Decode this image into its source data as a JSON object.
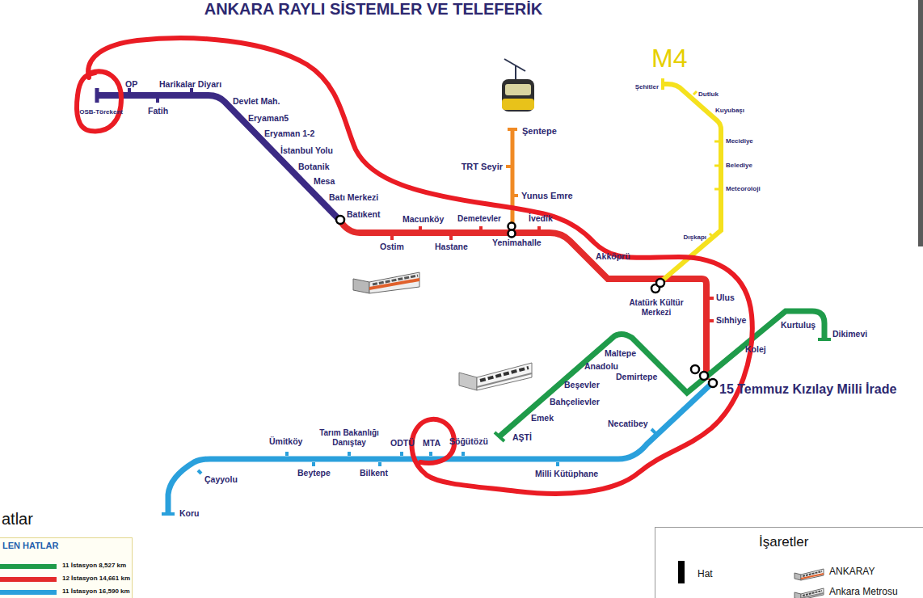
{
  "diagram": {
    "title": "ANKARA RAYLI SİSTEMLER VE TELEFERİK",
    "nodes": [
      {
        "text": [
          "LEN HATLAR"
        ]
      },
      {
        "text": [
          "İşaretler"
        ]
      }
    ],
    "labels": [
      "M4",
      "Şehitler",
      "Dutluk",
      "Kuyubaşı",
      "Mecidiye",
      "Belediye",
      "Meteoroloji",
      "Dışkapı",
      "Şentepe",
      "TRT Seyir",
      "Yunus Emre",
      "OSB-Törekent",
      "OP",
      "Harikalar Diyarı",
      "Fatih",
      "Devlet Mah.",
      "Eryaman5",
      "Eryaman 1-2",
      "İstanbul Yolu",
      "Botanik",
      "Mesa",
      "Batı Merkezi",
      "Batıkent",
      "Macunköy",
      "Demetevler",
      "İvedik",
      "Ostim",
      "Hastane",
      "Yenimahalle",
      "Akköprü",
      "Atatürk Kültür Merkezi",
      "Ulus",
      "Sıhhiye",
      "Maltepe",
      "Anadolu",
      "Demirtepe",
      "Beşevler",
      "Bahçelievler",
      "Emek",
      "AŞTİ",
      "Kurtuluş",
      "Dikimevi",
      "Kolej",
      "15 Temmuz Kızılay Milli İrade",
      "Necatibey",
      "Ümitköy",
      "Tarım Bakanlığı Danıştay",
      "ODTÜ",
      "MTA",
      "Söğütözü",
      "Beytepe",
      "Bilkent",
      "Milli Kütüphane",
      "Çayyolu",
      "Koru",
      "atlar"
    ],
    "legend": [
      {
        "text": "11 İstasyon 8,527 km",
        "color": "#1f9b4a"
      },
      {
        "text": "12 İstasyon 14,661 km",
        "color": "#e42b2b"
      },
      {
        "text": "11 İstasyon 16,590 km",
        "color": "#2aa0dc"
      },
      {
        "text": "Hat"
      },
      {
        "text": "ANKARAY"
      },
      {
        "text": "Ankara Metrosu"
      }
    ]
  }
}
